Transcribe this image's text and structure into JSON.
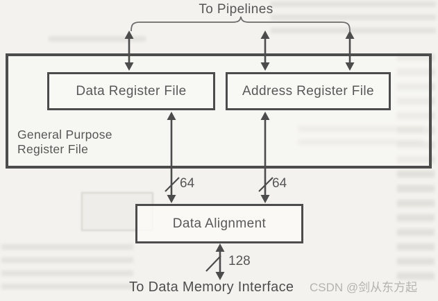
{
  "diagram": {
    "top_label": "To Pipelines",
    "group_box": {
      "label": "General Purpose\nRegister File"
    },
    "boxes": {
      "data_register_file": "Data Register File",
      "address_register_file": "Address Register File",
      "data_alignment": "Data Alignment"
    },
    "bus_widths": {
      "data_bus": "64",
      "address_bus": "64",
      "memory_bus": "128"
    },
    "bottom_label": "To Data Memory Interface",
    "watermark": "CSDN @剑从东方起",
    "colors": {
      "line": "#4c4c4c",
      "text": "#575757",
      "paper": "#f3f2ee",
      "watermark": "#b5b3b0"
    }
  }
}
